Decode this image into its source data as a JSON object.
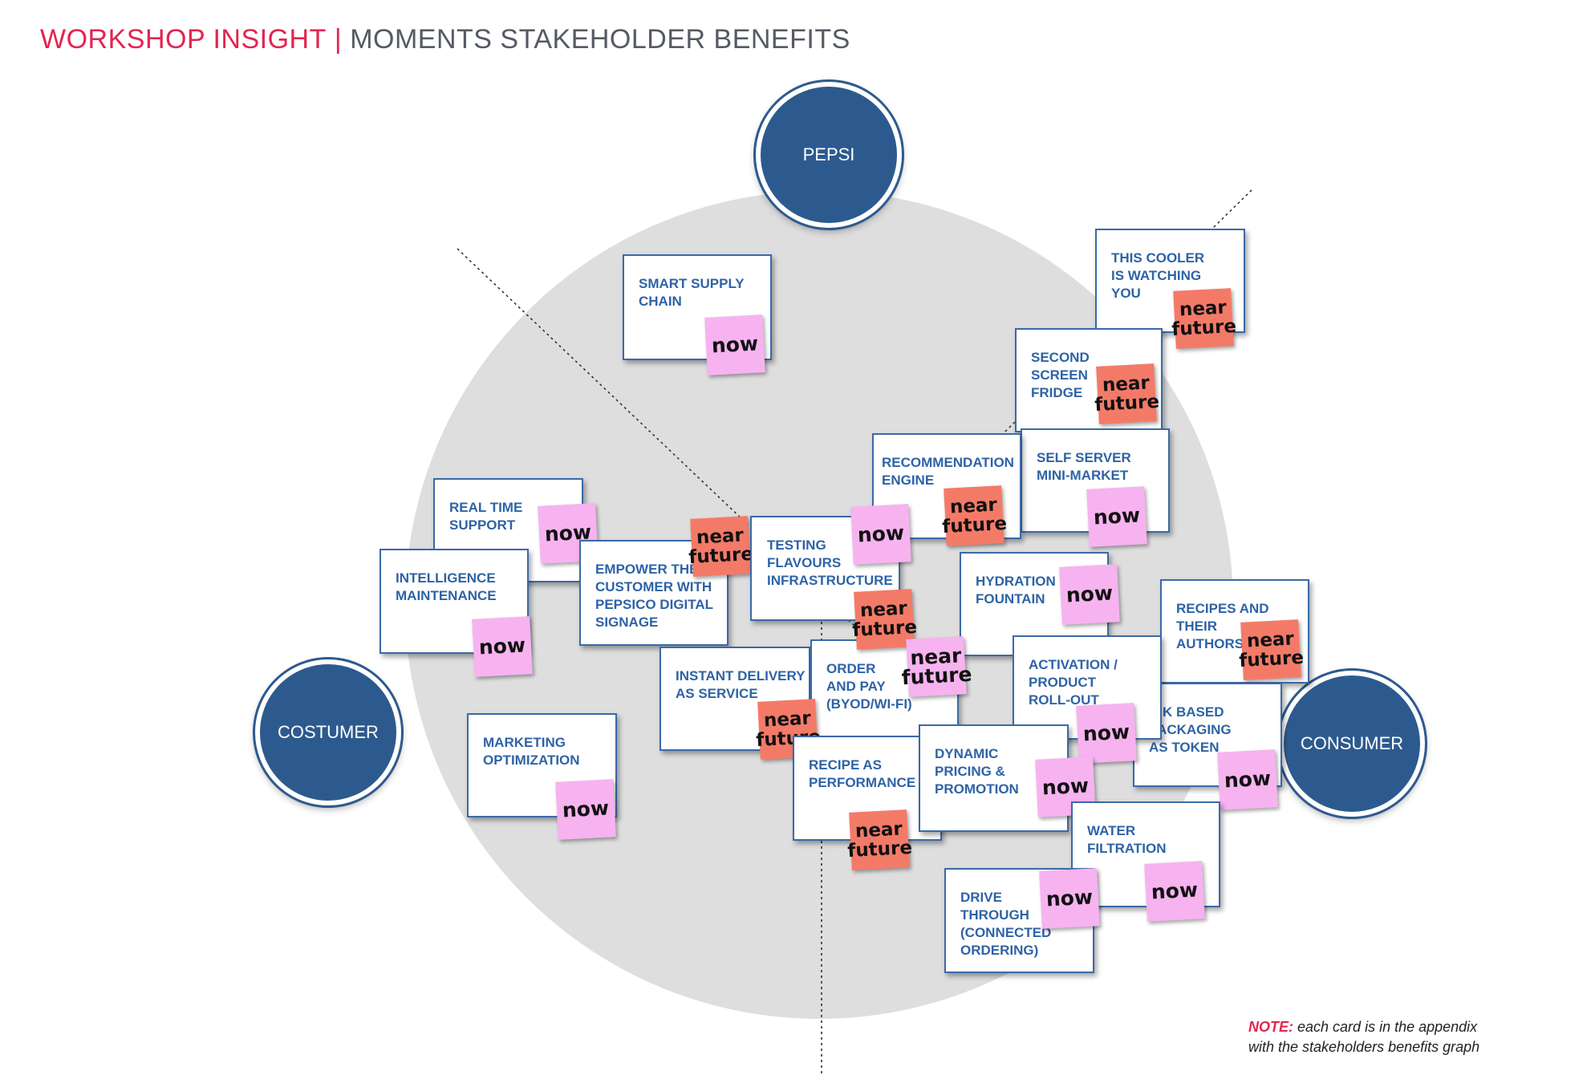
{
  "header": {
    "part1": "WORKSHOP INSIGHT",
    "separator": "|",
    "part2": "MOMENTS STAKEHOLDER BENEFITS"
  },
  "stakeholders": {
    "top": "PEPSI",
    "left": "COSTUMER",
    "right": "CONSUMER"
  },
  "cards": [
    {
      "text": "SMART SUPPLY\nCHAIN",
      "tag": "now"
    },
    {
      "text": "THIS COOLER\nIS WATCHING\nYOU",
      "tag": "near\nfuture"
    },
    {
      "text": "SECOND\nSCREEN\nFRIDGE",
      "tag": "near\nfuture"
    },
    {
      "text": "RECOMMENDATION\nENGINE",
      "tag": "near\nfuture"
    },
    {
      "text": "SELF SERVER\nMINI-MARKET",
      "tag": "now"
    },
    {
      "text": "REAL TIME\nSUPPORT",
      "tag": "now"
    },
    {
      "text": "INTELLIGENCE\nMAINTENANCE",
      "tag": "now"
    },
    {
      "text": "EMPOWER THE\nCUSTOMER WITH\nPEPSICO DIGITAL\nSIGNAGE",
      "tag": "near\nfuture"
    },
    {
      "text": "TESTING\nFLAVOURS\nINFRASTRUCTURE",
      "tag": "now"
    },
    {
      "text": "HYDRATION\nFOUNTAIN",
      "tag": "now"
    },
    {
      "text": "RECIPES AND\nTHEIR\nAUTHORS",
      "tag": "near\nfuture"
    },
    {
      "text": "INSTANT DELIVERY\nAS SERVICE",
      "tag": "near\nfuture"
    },
    {
      "text": "ORDER\nAND PAY\n(BYOD/WI-FI)",
      "tag": "near\nfuture"
    },
    {
      "text": "ACTIVATION /\nPRODUCT\nROLL-OUT",
      "tag": "now"
    },
    {
      "text": "INK BASED\nPACKAGING\nAS TOKEN",
      "tag": "now"
    },
    {
      "text": "MARKETING\nOPTIMIZATION",
      "tag": "now"
    },
    {
      "text": "RECIPE AS\nPERFORMANCE",
      "tag": "near\nfuture"
    },
    {
      "text": "DYNAMIC\nPRICING &\nPROMOTION",
      "tag": "now"
    },
    {
      "text": "WATER\nFILTRATION",
      "tag": "now"
    },
    {
      "text": "DRIVE\nTHROUGH\n(CONNECTED\nORDERING)",
      "tag": "now"
    }
  ],
  "footnote": {
    "label": "NOTE:",
    "line1": "each card is in the appendix",
    "line2": "with the stakeholders benefits graph"
  },
  "colors": {
    "accent": "#e3254f",
    "stakeholder": "#2d5a8e",
    "card_text": "#2e63a6",
    "now": "#f6b3f0",
    "near_future": "#f47a68"
  }
}
